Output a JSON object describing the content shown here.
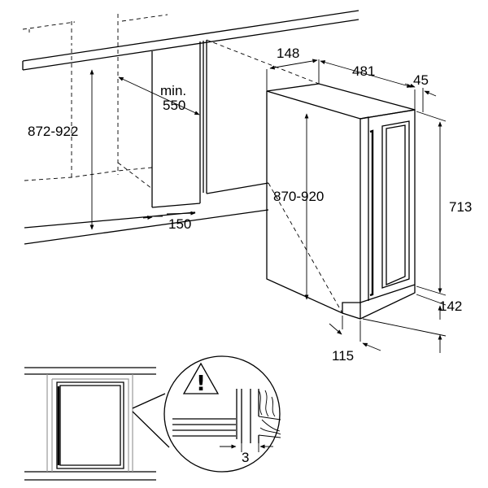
{
  "dimensions": {
    "niche_height": "872-922",
    "niche_min_depth_prefix": "min.",
    "niche_min_depth_value": "550",
    "plinth_depth": "150",
    "side_depth": "148",
    "cabinet_depth": "481",
    "door_thickness": "45",
    "cabinet_height": "870-920",
    "door_height": "713",
    "plinth_height": "142",
    "plinth_setback": "115",
    "detail_gap": "3"
  },
  "warning_symbol": "!",
  "icons": [
    "warning-triangle-icon",
    "measure-arrow-icon"
  ],
  "colors": {
    "line": "#000000",
    "background": "#ffffff",
    "detail_gray": "#9a9a9a"
  }
}
